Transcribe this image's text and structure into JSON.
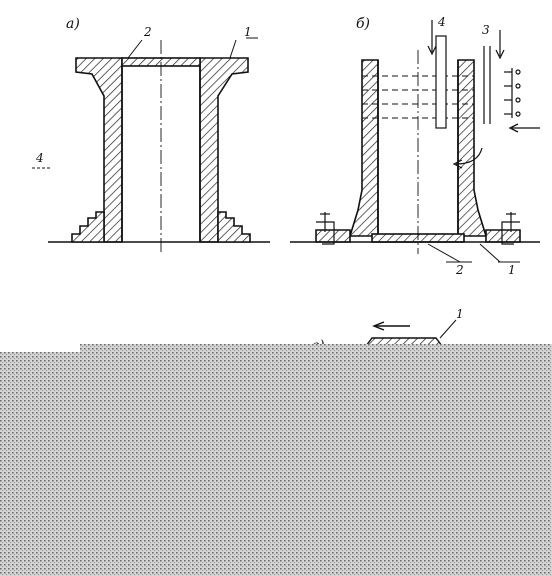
{
  "figure": {
    "panel_a_label": "a)",
    "panel_b_label": "б)",
    "panel_c_label": "г)",
    "callouts": {
      "a_1": "1",
      "a_2": "2",
      "a_4": "4",
      "b_1": "1",
      "b_2": "2",
      "b_3": "3",
      "b_4": "4",
      "c_1": "1"
    }
  },
  "colors": {
    "ink": "#111111",
    "hatch": "#222222",
    "noise_fill": "#cfcfcf",
    "noise_dot": "#7a7a7a"
  }
}
